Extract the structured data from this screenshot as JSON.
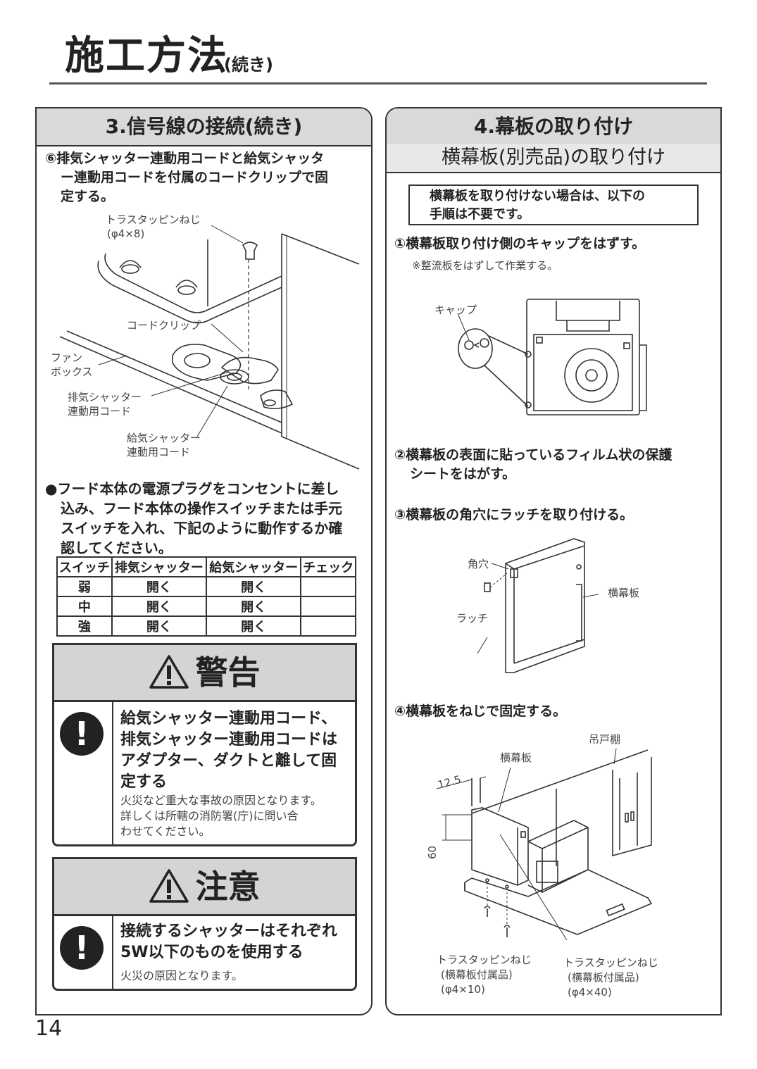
{
  "title": "施工方法",
  "title_sub": "(続き)",
  "left": {
    "heading": "3.信号線の接続(続き)",
    "step6_lines": [
      "⑥排気シャッター連動用コードと給気シャッタ",
      "ー連動用コードを付属のコードクリップで固",
      "定する。"
    ],
    "fig_labels": {
      "screw": "トラスタッピンねじ",
      "screw_size": "(φ4×8)",
      "clip": "コードクリップ",
      "fanbox_1": "ファン",
      "fanbox_2": "ボックス",
      "exhaust_1": "排気シャッター",
      "exhaust_2": "連動用コード",
      "supply_1": "給気シャッター",
      "supply_2": "連動用コード"
    },
    "check_lines": [
      "●フード本体の電源プラグをコンセントに差し",
      "込み、フード本体の操作スイッチまたは手元",
      "スイッチを入れ、下記のように動作するか確",
      "認してください。"
    ],
    "table": {
      "headers": [
        "スイッチ",
        "排気シャッター",
        "給気シャッター",
        "チェック"
      ],
      "rows": [
        [
          "弱",
          "開く",
          "開く",
          ""
        ],
        [
          "中",
          "開く",
          "開く",
          ""
        ],
        [
          "強",
          "開く",
          "開く",
          ""
        ]
      ]
    },
    "warning": {
      "title": "警告",
      "main_lines": [
        "給気シャッター連動用コード、",
        "排気シャッター連動用コードは",
        "アダプター、ダクトと離して固",
        "定する"
      ],
      "sub_lines": [
        "火災など重大な事故の原因となります。",
        "詳しくは所轄の消防署(庁)に問い合",
        "わせてください。"
      ]
    },
    "caution": {
      "title": "注意",
      "main_lines": [
        "接続するシャッターはそれぞれ",
        "5W以下のものを使用する"
      ],
      "sub_lines": [
        "火災の原因となります。"
      ]
    }
  },
  "right": {
    "heading": "4.幕板の取り付け",
    "subheading": "横幕板(別売品)の取り付け",
    "notice_lines": [
      "横幕板を取り付けない場合は、以下の",
      "手順は不要です。"
    ],
    "step1": "①横幕板取り付け側のキャップをはずす。",
    "step1_note": "※整流板をはずして作業する。",
    "label_cap": "キャップ",
    "step2_lines": [
      "②横幕板の表面に貼っているフィルム状の保護",
      "シートをはがす。"
    ],
    "step3": "③横幕板の角穴にラッチを取り付ける。",
    "label_square_hole": "角穴",
    "label_side_panel": "横幕板",
    "label_latch": "ラッチ",
    "step4": "④横幕板をねじで固定する。",
    "label_cabinet": "吊戸棚",
    "label_side_panel2": "横幕板",
    "dim_125": "12.5",
    "dim_60": "60",
    "screw1_lines": [
      "トラスタッピンねじ",
      "(横幕板付属品)",
      "(φ4×10)"
    ],
    "screw2_lines": [
      "トラスタッピンねじ",
      "(横幕板付属品)",
      "(φ4×40)"
    ]
  },
  "page_number": "14"
}
